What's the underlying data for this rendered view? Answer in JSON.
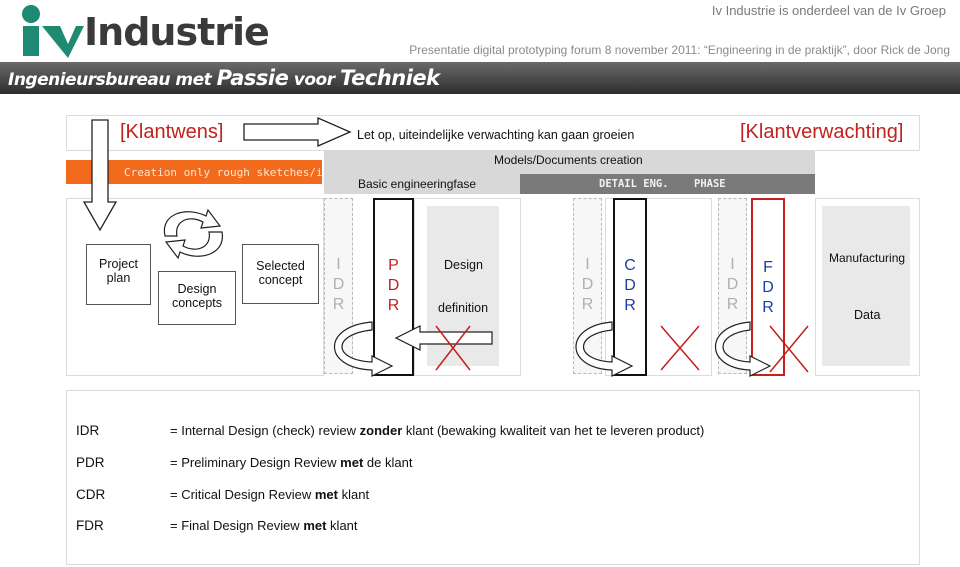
{
  "header": {
    "brand": "Industrie",
    "top_right": "Iv Industrie is onderdeel van de Iv Groep",
    "subtitle": "Presentatie digital prototyping forum 8 november 2011: “Engineering in de praktijk”, door Rick de Jong"
  },
  "banner": {
    "part1": "Ingenieursbureau met ",
    "part2": "Passie",
    "part3": " voor ",
    "part4": "Techniek"
  },
  "flow": {
    "left_label": "[Klantwens]",
    "middle_label": "Let op, uiteindelijke verwachting kan gaan groeien",
    "right_label": "[Klantverwachting]"
  },
  "phases": {
    "creation_only": "Creation only rough sketches/ideas",
    "models_docs": "Models/Documents creation",
    "basic": "Basic engineeringfase",
    "detail": "DETAIL ENG.",
    "phase": "PHASE"
  },
  "stages": {
    "project_plan": "Project plan",
    "design_concepts": "Design concepts",
    "selected_concept": "Selected concept",
    "design": "Design",
    "definition": "definition",
    "manufacturing": "Manufacturing",
    "data": "Data"
  },
  "gates": [
    {
      "letters": [
        "I",
        "D",
        "R"
      ]
    },
    {
      "letters": [
        "P",
        "D",
        "R"
      ]
    },
    {
      "letters": [
        "I",
        "D",
        "R"
      ]
    },
    {
      "letters": [
        "C",
        "D",
        "R"
      ]
    },
    {
      "letters": [
        "I",
        "D",
        "R"
      ]
    },
    {
      "letters": [
        "F",
        "D",
        "R"
      ]
    }
  ],
  "legend": [
    {
      "key": "IDR",
      "pre": "=  Internal Design (check) review ",
      "bold": "zonder",
      "post": " klant (bewaking kwaliteit van het te leveren product)"
    },
    {
      "key": "PDR",
      "pre": "= Preliminary Design Review ",
      "bold": "met",
      "post": " de klant"
    },
    {
      "key": "CDR",
      "pre": "= Critical Design Review ",
      "bold": "met",
      "post": " klant"
    },
    {
      "key": "FDR",
      "pre": "= Final Design Review ",
      "bold": "met",
      "post": " klant"
    }
  ],
  "colors": {
    "red": "#c4201e",
    "orange": "#f26b1d",
    "teal_logo": "#1f8a72",
    "blue_letters": "#1f3fa0"
  }
}
